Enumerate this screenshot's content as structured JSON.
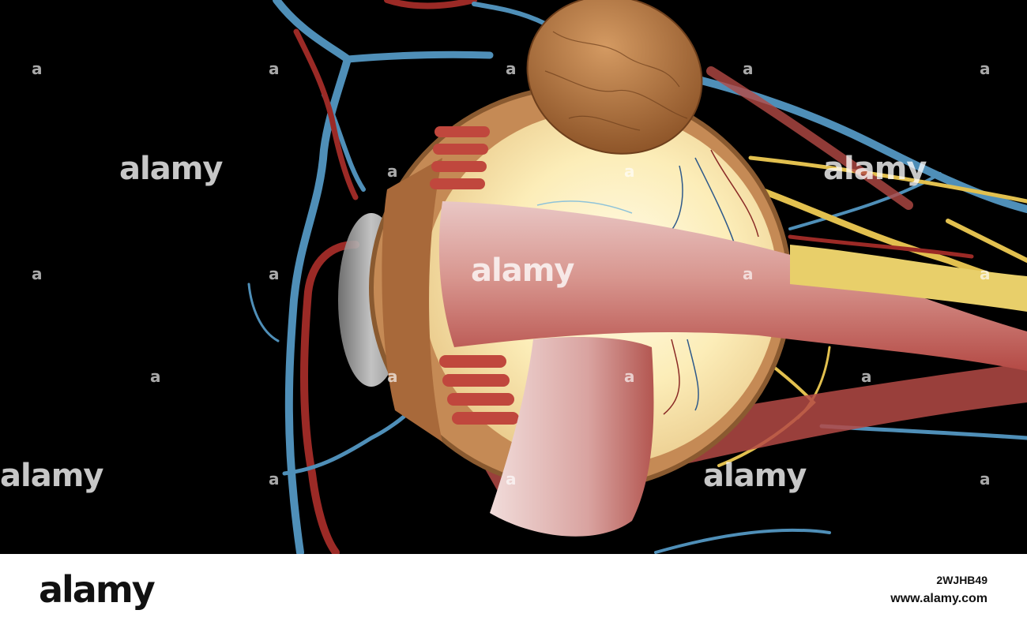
{
  "watermark": {
    "brand": "alamy",
    "small_mark": "a"
  },
  "footer": {
    "logo": "alamy",
    "image_id": "2WJHB49",
    "url": "www.alamy.com"
  }
}
